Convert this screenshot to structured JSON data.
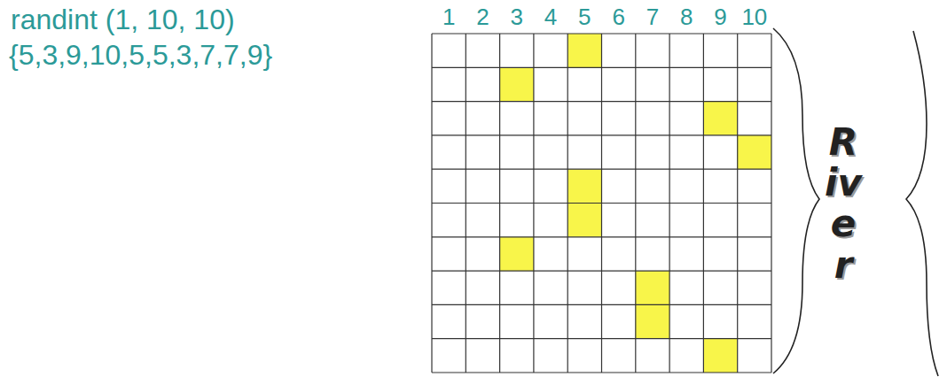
{
  "diagram": {
    "labels": [
      "randint (1, 10, 10)",
      "{5,3,9,10,5,5,3,7,7,9}",
      "1",
      "2",
      "3",
      "4",
      "5",
      "6",
      "7",
      "8",
      "9",
      "10",
      "River"
    ]
  }
}
